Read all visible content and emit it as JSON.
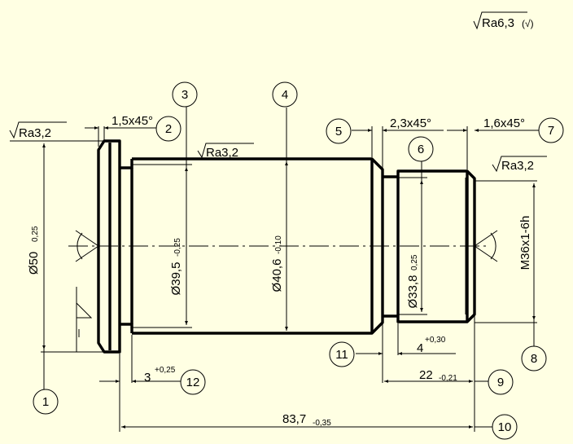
{
  "background_color": "#ffffe3",
  "line_color": "#000000",
  "roughness": {
    "general": "Ra6,3",
    "general_suffix": "(√)",
    "flange": "Ra3,2",
    "shank": "Ra3,2",
    "thread": "Ra3,2"
  },
  "dimensions": {
    "chamfer_flange": "1,5x45°",
    "chamfer_step": "2,3x45°",
    "chamfer_thread": "1,6x45°",
    "dia_flange": "Ø50",
    "dia_flange_tol": "0,25",
    "dia_groove": "Ø39,5",
    "dia_groove_tol": "-0,25",
    "dia_shank": "Ø40,6",
    "dia_shank_tol": "-0,10",
    "dia_thread_root": "Ø33,8",
    "dia_thread_root_tol": "0,25",
    "thread": "M36x1-6h",
    "groove_width_left": "3",
    "groove_width_left_tol": "+0,25",
    "groove_width_right": "4",
    "groove_width_right_tol": "+0,30",
    "thread_length": "22",
    "thread_length_tol": "-0,21",
    "overall_length": "83,7",
    "overall_length_tol": "-0,35"
  },
  "callouts": [
    "1",
    "2",
    "3",
    "4",
    "5",
    "6",
    "7",
    "8",
    "9",
    "10",
    "11",
    "12"
  ]
}
